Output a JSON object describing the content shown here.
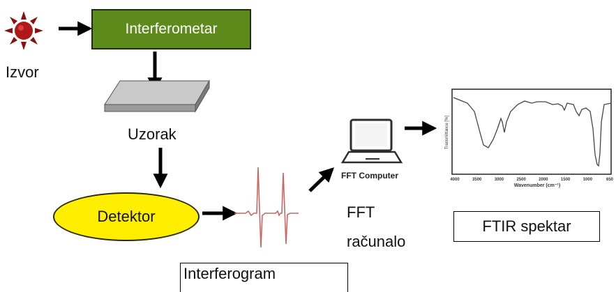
{
  "diagram": {
    "source_label": "Izvor",
    "interferometer_label": "Interferometar",
    "sample_label": "Uzorak",
    "detector_label": "Detektor",
    "interferogram_label": "Interferogram",
    "computer_screen_label": "FFT Computer",
    "computer_label_line1": "FFT",
    "computer_label_line2": "računalo",
    "spectrum_box_label": "FTIR spektar",
    "spectrum_axis": {
      "ylabel": "Transmittance [%]",
      "xlabel": "Wavenumber (cm⁻¹)",
      "x_ticks": [
        "4000",
        "3500",
        "3000",
        "2500",
        "2000",
        "1500",
        "1000",
        "650"
      ]
    },
    "colors": {
      "interferometer_fill": "#5e8a1c",
      "detector_fill": "#ffee00",
      "source_fill": "#b01818"
    }
  }
}
